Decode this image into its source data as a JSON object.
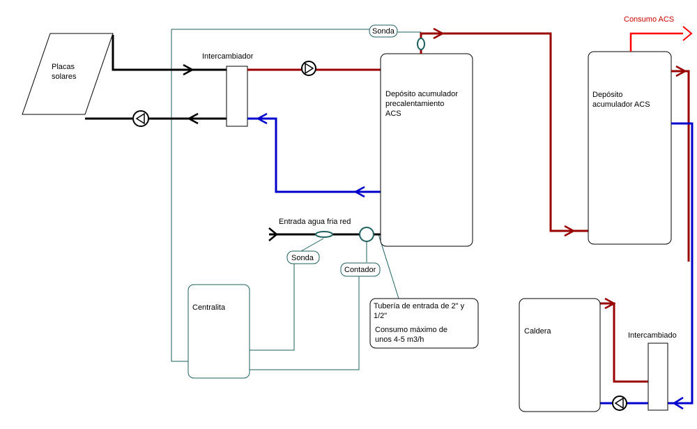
{
  "labels": {
    "placas": [
      "Placas",
      "solares"
    ],
    "intercambiador": "Intercambiador",
    "deposito_pre": [
      "Depósito acumulador",
      "precalentamiento",
      "ACS"
    ],
    "deposito_acs": [
      "Depósito",
      "acumulador ACS"
    ],
    "consumo_acs": "Consumo ACS",
    "sonda_top": "Sonda",
    "entrada": "Entrada agua fria red",
    "sonda_bottom": "Sonda",
    "contador": "Contador",
    "centralita": "Centralita",
    "note_line1": "Tubería de entrada de 2\" y",
    "note_line2": "1/2\"",
    "note_line3": "Consumo máximo  de",
    "note_line4": "unos 4-5 m3/h",
    "caldera": "Caldera",
    "intercambiado": "Intercambiado"
  },
  "colors": {
    "hot": "#990000",
    "cold": "#0000cc",
    "solar": "#000000",
    "control": "#1f5f5f",
    "consumo": "#ff0000"
  }
}
